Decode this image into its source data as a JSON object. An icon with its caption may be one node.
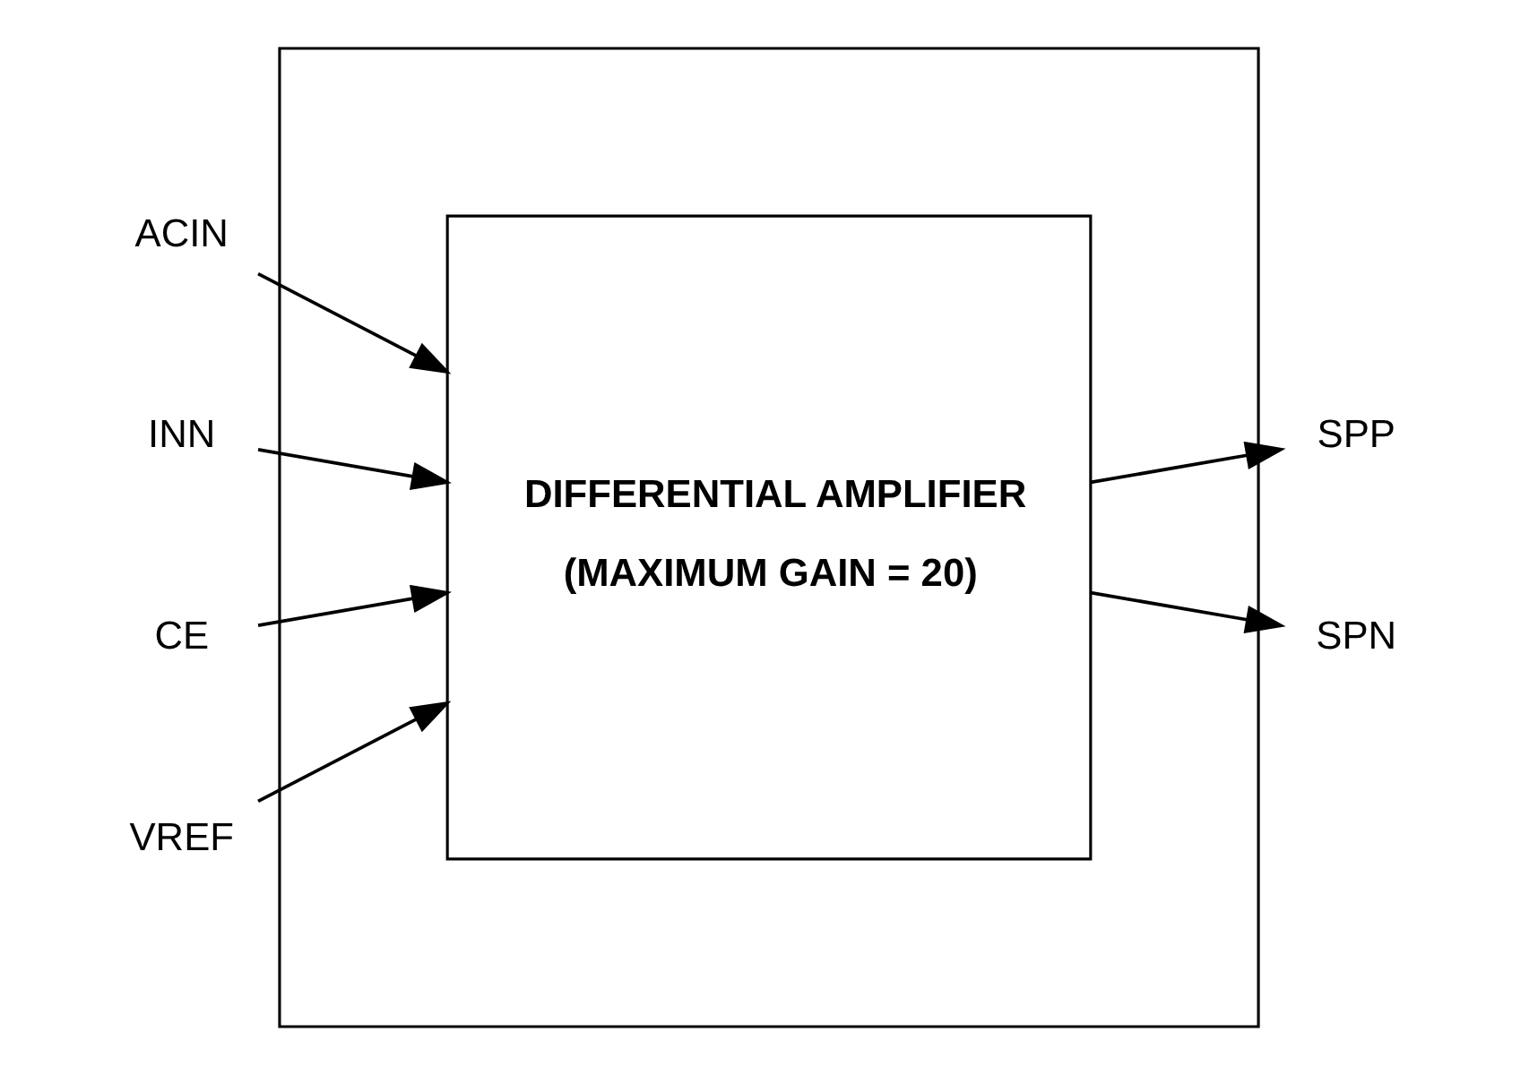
{
  "diagram": {
    "nodes": [
      {
        "text": [],
        "shape": "box"
      },
      {
        "text": [
          "DIFFERENTIAL AMPLIFIER",
          "(MAXIMUM GAIN = 20)"
        ],
        "in": 0
      },
      {
        "text": [
          "ACIN"
        ]
      },
      {
        "text": [
          "SPP"
        ]
      },
      {
        "text": [
          "INN"
        ]
      },
      {
        "text": [
          "SPN"
        ]
      },
      {
        "text": [
          "CE"
        ]
      },
      {
        "text": [
          "VREF"
        ]
      }
    ],
    "edges": [
      {
        "from": 2,
        "to": 1,
        "arrow": "to"
      },
      {
        "from": 4,
        "to": 1,
        "arrow": "to"
      },
      {
        "from": 6,
        "to": 1,
        "arrow": "to"
      },
      {
        "from": 1,
        "to": 3,
        "arrow": "to"
      },
      {
        "from": 1,
        "to": 5,
        "arrow": "to"
      },
      {
        "from": 7,
        "to": 1,
        "arrow": "to"
      }
    ]
  }
}
